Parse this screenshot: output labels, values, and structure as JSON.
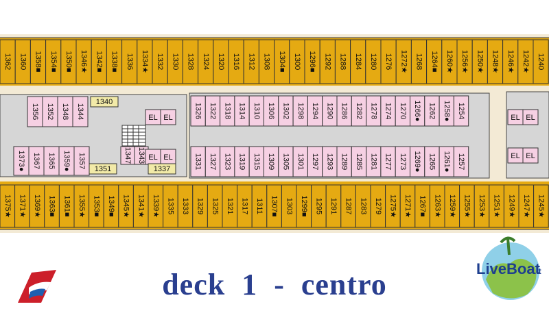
{
  "deck_title": "deck  1  -  centro",
  "brand": {
    "text": "LiveBoat",
    "suffix": ".it"
  },
  "labels": {
    "elevator": "EL"
  },
  "colors": {
    "outer_cabin": "#e5aa12",
    "inner_cabin": "#f6d0e3",
    "corridor": "#f3ead5",
    "service": "#d6d6d6",
    "title": "#2a3f8f",
    "highlight": "#f2eaa8"
  },
  "top_outer": [
    "1362",
    "1360",
    "1358■",
    "1354■",
    "1350■",
    "1346★",
    "1342■",
    "1338■",
    "1336",
    "1334★",
    "1332",
    "1330",
    "1328",
    "1324",
    "1320",
    "1316",
    "1312",
    "1308",
    "1304■",
    "1300",
    "1296■",
    "1292",
    "1288",
    "1284",
    "1280",
    "1276",
    "1272★",
    "1268",
    "1264■",
    "1260★",
    "1256★",
    "1250★",
    "1248★",
    "1246★",
    "1242★",
    "1240"
  ],
  "bottom_outer": [
    "1375★",
    "1371★",
    "1369★",
    "1363■",
    "1361■",
    "1355★",
    "1353■",
    "1349■",
    "1345★",
    "1341★",
    "1339★",
    "1335",
    "1333",
    "1329",
    "1325",
    "1321",
    "1317",
    "1311",
    "1307■",
    "1303",
    "1299■",
    "1295",
    "1291",
    "1287",
    "1283",
    "1279",
    "1275★",
    "1271★",
    "1267■",
    "1263★",
    "1259★",
    "1255★",
    "1253★",
    "1251★",
    "1249★",
    "1247★",
    "1245★"
  ],
  "inner_left_upper": [
    "1356",
    "1352",
    "1348",
    "1344"
  ],
  "inner_left_lower": [
    "1373●",
    "1367",
    "1365",
    "1359●",
    "1357"
  ],
  "inner_left_stair": [
    "1347",
    "1343"
  ],
  "inner_left_tags": [
    "1340",
    "1351",
    "1337"
  ],
  "inner_center_upper": [
    "1326",
    "1322",
    "1318",
    "1314",
    "1310",
    "1306",
    "1302",
    "1298",
    "1294",
    "1290",
    "1286",
    "1282",
    "1278",
    "1274",
    "1270",
    "1266●",
    "1262",
    "1258●",
    "1254"
  ],
  "inner_center_lower": [
    "1331",
    "1327",
    "1323",
    "1319",
    "1315",
    "1309",
    "1305",
    "1301",
    "1297",
    "1293",
    "1289",
    "1285",
    "1281",
    "1277",
    "1273",
    "1269●",
    "1265",
    "1261●",
    "1257"
  ]
}
